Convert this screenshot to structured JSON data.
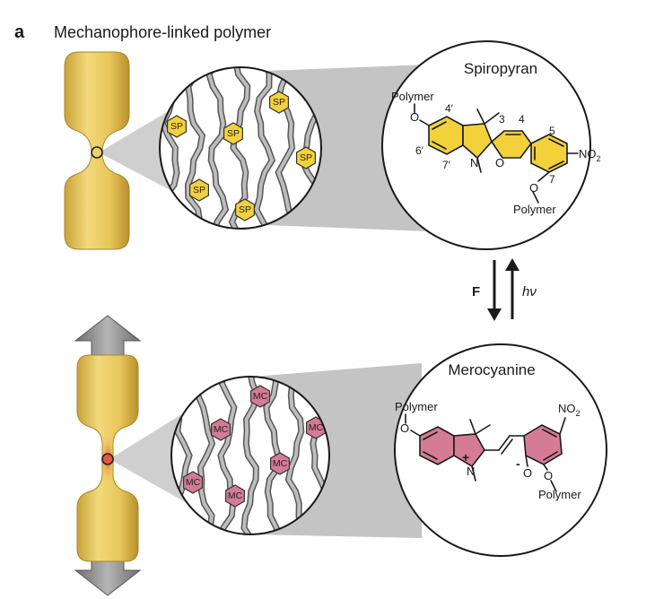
{
  "figure": {
    "panel_label": "a",
    "title": "Mechanophore-linked polymer"
  },
  "top_molecule": {
    "name": "Spiropyran",
    "polymer_top": "Polymer",
    "polymer_bottom": "Polymer",
    "o_left": "O",
    "o_right": "O",
    "o_bottom": "O",
    "n_atom": "N",
    "no2": "NO",
    "no2_sub": "2",
    "pos_4p": "4′",
    "pos_3": "3",
    "pos_4": "4",
    "pos_5": "5",
    "pos_6p": "6′",
    "pos_7p": "7′",
    "pos_7": "7"
  },
  "arrows": {
    "force": "F",
    "light": "hν"
  },
  "bottom_molecule": {
    "name": "Merocyanine",
    "polymer_top": "Polymer",
    "polymer_bottom": "Polymer",
    "o_left": "O",
    "o_minus": "O",
    "o_right": "O",
    "n_atom": "N",
    "plus": "+",
    "minus": "-",
    "no2": "NO",
    "no2_sub": "2"
  },
  "badges": {
    "sp": "SP",
    "mc": "MC"
  },
  "colors": {
    "sample_yellow": "#e9c85a",
    "sp_hex": "#f2d13a",
    "mc_hex": "#d47b96",
    "stress_red": "#e4553f",
    "cone_gray": "#c9c9c9",
    "arrow_gray": "#8c8c8c"
  }
}
